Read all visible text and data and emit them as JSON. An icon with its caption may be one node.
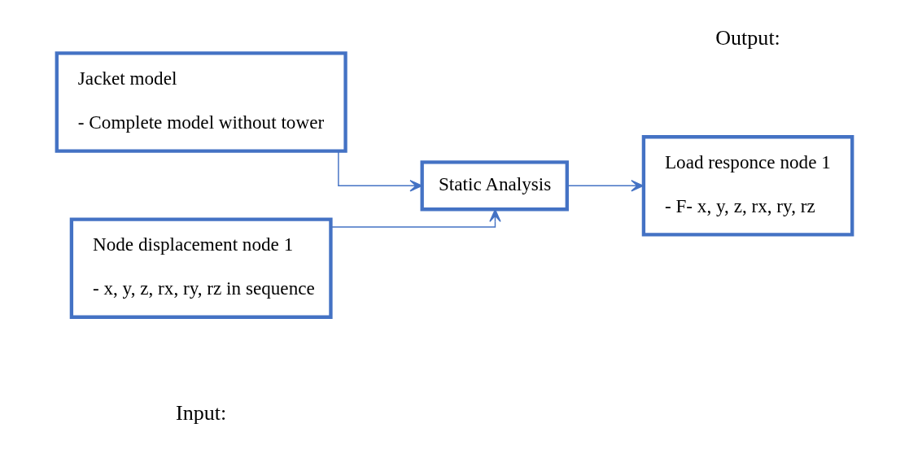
{
  "diagram": {
    "nodes": [
      {
        "text": [
          "Jacket model",
          "- Complete model without tower"
        ]
      },
      {
        "text": [
          "Node displacement node 1",
          "- x, y, z, rx, ry, rz in sequence"
        ]
      },
      {
        "text": [
          "Static Analysis"
        ]
      },
      {
        "text": [
          "Load responce node 1",
          "- F- x, y, z, rx, ry, rz"
        ]
      }
    ],
    "edges": [
      {
        "from": 0,
        "to": 2,
        "arrow": "to"
      },
      {
        "from": 1,
        "to": 2,
        "arrow": "to"
      },
      {
        "from": 2,
        "to": 3,
        "arrow": "to"
      }
    ],
    "labels": [
      "Input:",
      "Output:"
    ]
  }
}
